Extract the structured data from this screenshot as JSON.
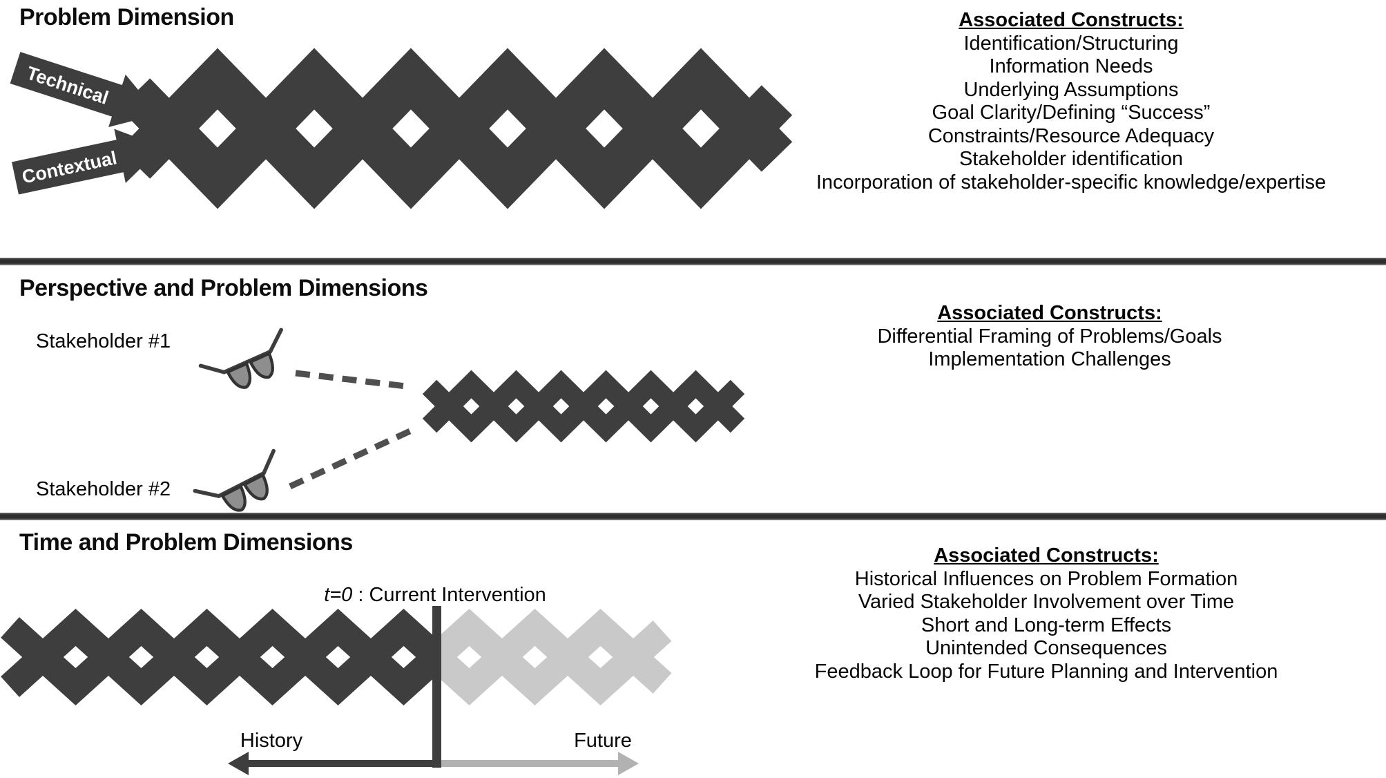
{
  "colors": {
    "ink": "#3e3e3e",
    "light_braid": "#c9c9c9",
    "future_arrow": "#b2b2b2",
    "dash": "#4f4f4f",
    "lens_gray": "#8e8e8e",
    "lens_rim": "#333333",
    "arrow_label_white": "#ffffff"
  },
  "sections": [
    {
      "title": "Problem Dimension",
      "constructs_header": "Associated Constructs:",
      "constructs": [
        "Identification/Structuring",
        "Information Needs",
        "Underlying Assumptions",
        "Goal Clarity/Defining “Success”",
        "Constraints/Resource Adequacy",
        "Stakeholder identification",
        "Incorporation of stakeholder-specific knowledge/expertise"
      ],
      "arrows": [
        "Technical",
        "Contextual"
      ]
    },
    {
      "title": "Perspective and Problem Dimensions",
      "constructs_header": "Associated Constructs:",
      "constructs": [
        "Differential Framing of Problems/Goals",
        "Implementation Challenges"
      ],
      "stakeholders": [
        "Stakeholder #1",
        "Stakeholder #2"
      ]
    },
    {
      "title": "Time and Problem Dimensions",
      "constructs_header": "Associated Constructs:",
      "constructs": [
        "Historical Influences on Problem Formation",
        "Varied Stakeholder Involvement over Time",
        "Short and Long-term Effects",
        "Unintended Consequences",
        "Feedback Loop for Future Planning and Intervention"
      ],
      "timeline": {
        "t0_italic": "t=0",
        "t0_rest": " : Current Intervention",
        "history_label": "History",
        "future_label": "Future"
      }
    }
  ]
}
